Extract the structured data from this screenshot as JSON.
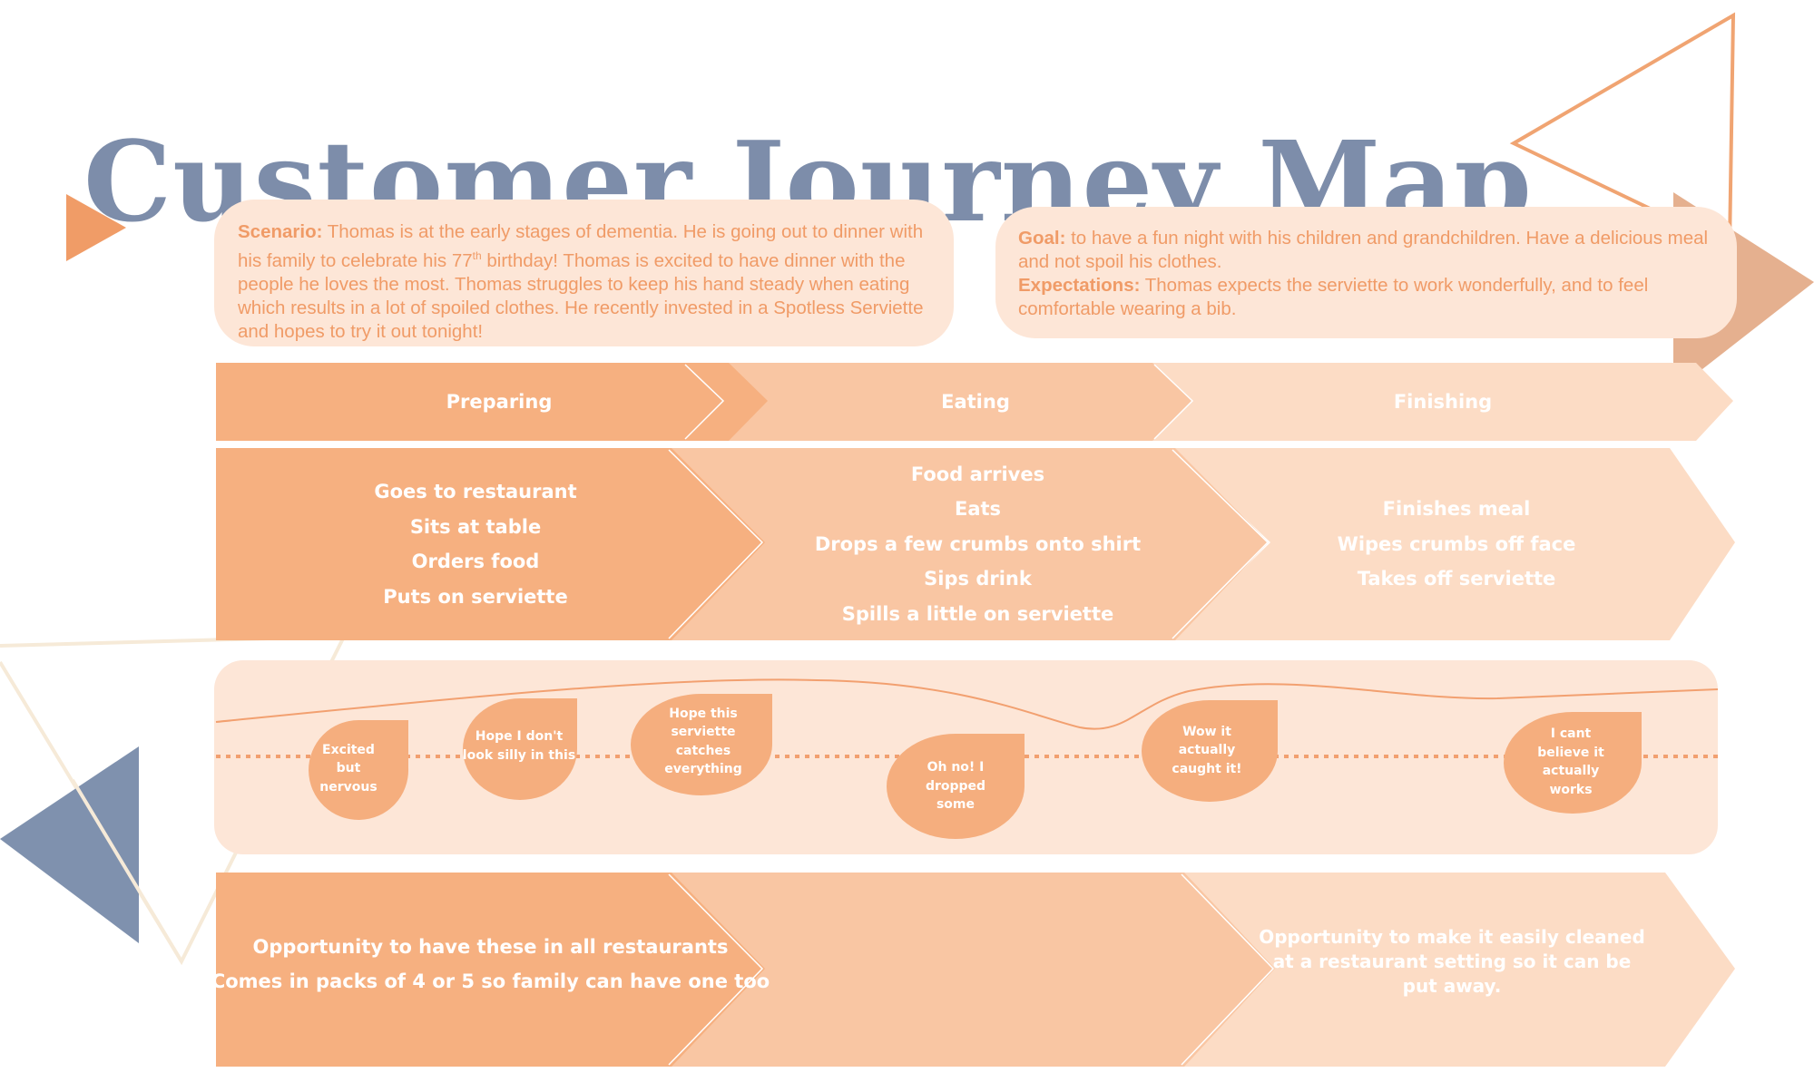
{
  "title": "Customer Journey Map",
  "scenario": {
    "label": "Scenario:",
    "text_before_sup": " Thomas is at the early stages of dementia. He is going out to dinner with his family to celebrate his 77",
    "sup": "th",
    "text_after_sup": " birthday! Thomas is excited to have dinner with the people he loves the most. Thomas struggles to keep his hand steady when eating which results in a lot of spoiled clothes. He recently invested in a Spotless Serviette and hopes to try it out tonight!"
  },
  "goal": {
    "label": "Goal:",
    "text": " to have a fun night with his children and grandchildren. Have a delicious meal and not spoil his clothes."
  },
  "expectations": {
    "label": "Expectations:",
    "text": " Thomas expects the serviette to work wonderfully, and to feel comfortable wearing a bib."
  },
  "stages": [
    "Preparing",
    "Eating",
    "Finishing"
  ],
  "actions": {
    "preparing": [
      "Goes to restaurant",
      "Sits at table",
      "Orders food",
      "Puts on serviette"
    ],
    "eating": [
      "Food arrives",
      "Eats",
      "Drops a few crumbs onto shirt",
      "Sips drink",
      "Spills a little on serviette"
    ],
    "finishing": [
      "Finishes meal",
      "Wipes crumbs off face",
      "Takes off serviette"
    ]
  },
  "emotions": [
    "Excited but nervous",
    "Hope I don't look silly in this",
    "Hope this serviette catches everything",
    "Oh no! I dropped some",
    "Wow it actually caught it!",
    "I cant believe it actually works"
  ],
  "opportunities": {
    "preparing": [
      "Opportunity to have these in all restaurants",
      "Comes in packs of 4 or 5 so family can have one too"
    ],
    "finishing": "Opportunity to make it easily cleaned at a restaurant setting so it can be put away."
  },
  "colors": {
    "title": "#7d8daa",
    "accent_text": "#f09b67",
    "card_bg": "#fde6d7",
    "stage_1": "#f6b080",
    "stage_2": "#f9c6a3",
    "stage_3": "#fcdcc5",
    "emotion": "#f5ae7e",
    "navy": "#7f91ae"
  }
}
